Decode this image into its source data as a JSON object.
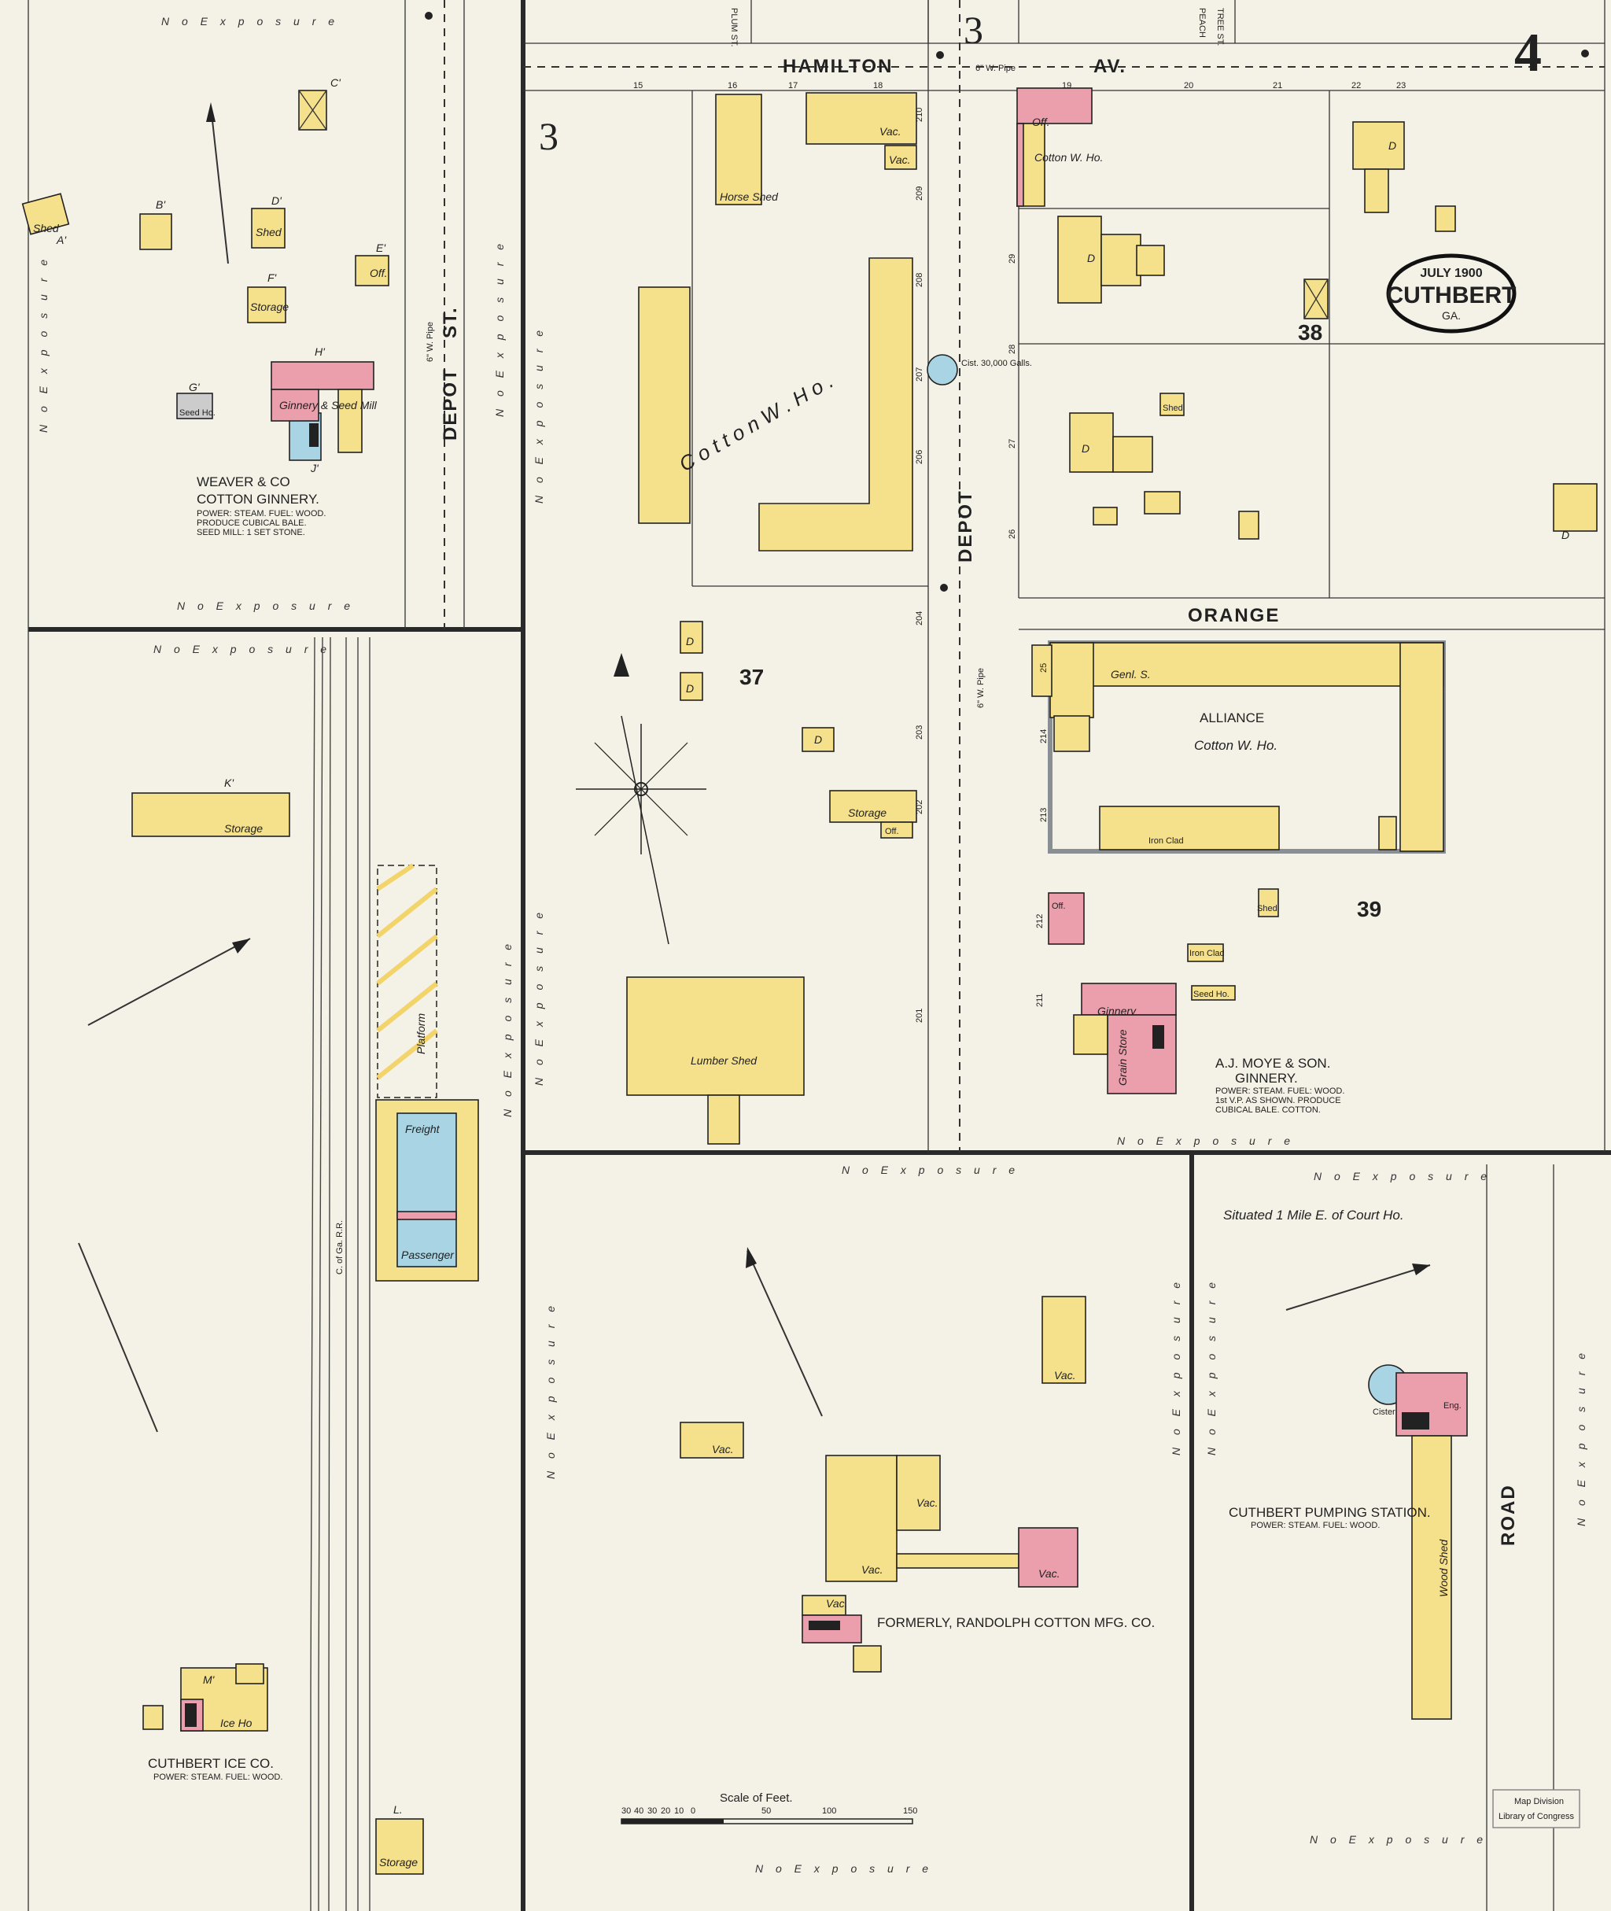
{
  "sheet": {
    "number": "4",
    "city": "CUTHBERT",
    "state": "GA.",
    "date": "JULY 1900"
  },
  "streets": {
    "hamilton": "HAMILTON",
    "av": "AV.",
    "depot_vertical": "DEPOT",
    "depot_st": "DEPOT",
    "st": "ST.",
    "orange": "ORANGE",
    "road": "ROAD",
    "plum": "PLUM ST.",
    "peach": "PEACH",
    "tree": "TREE ST.",
    "rr": "C. of Ga. R.R."
  },
  "pipes": {
    "hamilton": "6\" W. Pipe",
    "depot1": "6\" W. Pipe",
    "depot2": "6\" W. Pipe"
  },
  "blocks": {
    "b3_top": "3",
    "b3_left": "3",
    "b37": "37",
    "b38": "38",
    "b39": "39"
  },
  "buildings": {
    "weaver": {
      "title": "WEAVER & CO",
      "subtitle": "COTTON GINNERY.",
      "notes1": "POWER: STEAM. FUEL: WOOD.",
      "notes2": "PRODUCE CUBICAL BALE.",
      "notes3": "SEED MILL: 1 SET STONE.",
      "ginnery": "Ginnery & Seed Mill",
      "shed": "Shed",
      "storage": "Storage",
      "off": "Off.",
      "seed_ho": "Seed Ho.",
      "d1": "D'",
      "b1": "B'",
      "a1": "A'",
      "e1": "E'",
      "f1": "F'",
      "g1": "G'",
      "h1": "H'",
      "c1": "C'",
      "j1": "J'"
    },
    "cotton_wh": "C o t t o n   W .  H o .",
    "horse_shed": "Horse Shed",
    "vac": "Vac.",
    "cistern": "Cist. 30,000 Galls.",
    "off": "Off.",
    "cotton_w_ho": "Cotton W. Ho.",
    "d": "D",
    "shed": "Shed",
    "gent_s": "Genl. S.",
    "alliance1": "ALLIANCE",
    "alliance2": "Cotton W. Ho.",
    "storage": "Storage",
    "lumber_shed": "Lumber Shed",
    "moye_title": "A.J. MOYE & SON.",
    "moye_sub": "GINNERY.",
    "moye_n1": "POWER: STEAM. FUEL: WOOD.",
    "moye_n2": "1st V.P. AS SHOWN. PRODUCE",
    "moye_n3": "CUBICAL BALE. COTTON.",
    "ginnery": "Ginnery",
    "grain_store": "Grain Store",
    "seed_ho": "Seed Ho.",
    "iron_clad": "Iron Clad",
    "k1_storage": "Storage",
    "k1": "K'",
    "platform": "Platform",
    "freight": "Freight",
    "passenger": "Passenger",
    "ice_ho": "Ice Ho",
    "ice_title": "CUTHBERT ICE CO.",
    "ice_notes": "POWER: STEAM. FUEL: WOOD.",
    "m1": "M'",
    "l_storage": "Storage",
    "l": "L.",
    "randolph": "FORMERLY, RANDOLPH COTTON MFG. CO.",
    "pumping_title": "CUTHBERT PUMPING STATION.",
    "pumping_notes": "POWER: STEAM. FUEL: WOOD.",
    "wood_shed": "Wood Shed",
    "cistern2": "Cistern",
    "situated": "Situated 1 Mile E. of Court Ho.",
    "eng": "Eng."
  },
  "exposure": "N o   E x p o s u r e",
  "scale": {
    "title": "Scale of Feet.",
    "ticks": [
      "30",
      "40",
      "30",
      "20",
      "10",
      "0",
      "50",
      "100",
      "150"
    ]
  },
  "stamp": {
    "line1": "Map Division",
    "line2": "Library of Congress"
  },
  "addresses": [
    "15",
    "16",
    "17",
    "18",
    "19",
    "20",
    "21",
    "22",
    "23",
    "210",
    "209",
    "208",
    "207",
    "206",
    "204",
    "203",
    "202",
    "201",
    "29",
    "28",
    "27",
    "26",
    "25",
    "214",
    "213",
    "212",
    "211"
  ],
  "colors": {
    "frame": "#f5e08c",
    "brick": "#eb9fad",
    "stone": "#a9d4e3",
    "paper": "#f4f1e6"
  }
}
